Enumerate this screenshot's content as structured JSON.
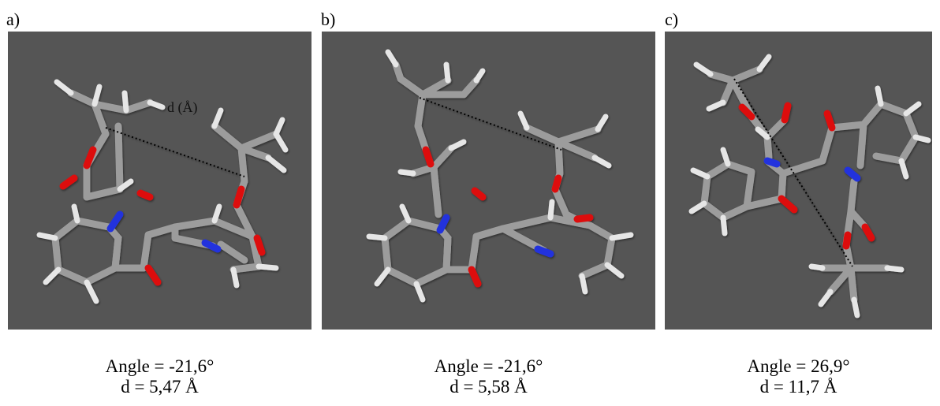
{
  "panels": [
    {
      "letter": "a)",
      "angle": "Angle = -21,6°",
      "distance": "d = 5,47 Å",
      "distance_label": "d (Å)"
    },
    {
      "letter": "b)",
      "angle": "Angle = -21,6°",
      "distance": "d = 5,58 Å"
    },
    {
      "letter": "c)",
      "angle": "Angle = 26,9°",
      "distance": "d = 11,7 Å"
    }
  ],
  "colors": {
    "background": "#555555",
    "carbon": "#9c9c9c",
    "hydrogen": "#e6e6e6",
    "nitrogen": "#2233dd",
    "oxygen": "#dd1111"
  }
}
